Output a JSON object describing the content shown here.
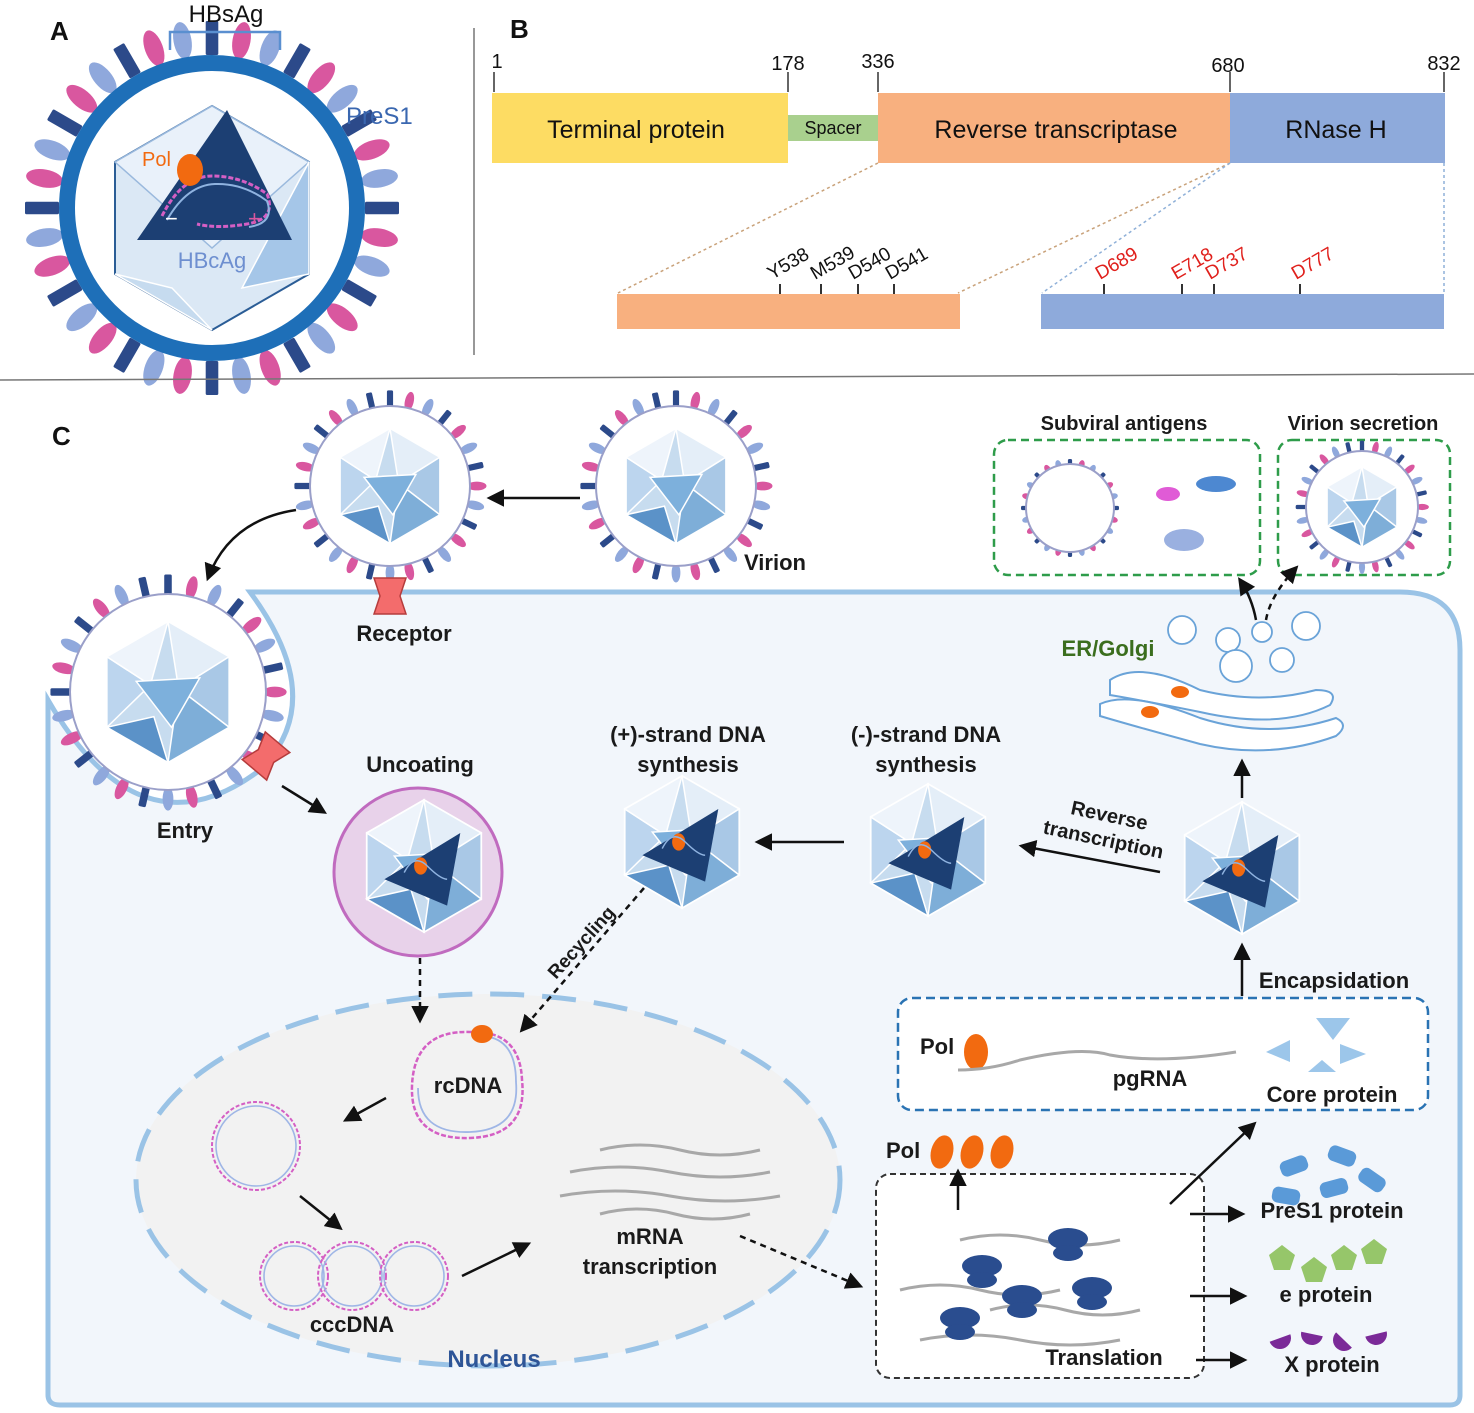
{
  "panel_a": {
    "label": "A",
    "hbsag": "HBsAg",
    "pres1": "PreS1",
    "pol": "Pol",
    "minus": "−",
    "plus": "+",
    "hbcag": "HBcAg"
  },
  "panel_b": {
    "label": "B",
    "positions": [
      "1",
      "178",
      "336",
      "680",
      "832"
    ],
    "domains": {
      "terminal_protein": "Terminal protein",
      "spacer": "Spacer",
      "reverse_transcriptase": "Reverse transcriptase",
      "rnase_h": "RNase H"
    },
    "rt_sites": [
      "Y538",
      "M539",
      "D540",
      "D541"
    ],
    "rnase_sites": [
      "D689",
      "E718",
      "D737",
      "D777"
    ]
  },
  "panel_c": {
    "label": "C",
    "virion": "Virion",
    "receptor": "Receptor",
    "entry": "Entry",
    "uncoating": "Uncoating",
    "plus_strand": [
      "(+)-strand DNA",
      "synthesis"
    ],
    "minus_strand": [
      "(-)-strand DNA",
      "synthesis"
    ],
    "reverse_transcription": [
      "Reverse",
      "transcription"
    ],
    "recycling": "Recycling",
    "subviral_antigens": "Subviral antigens",
    "virion_secretion": "Virion secretion",
    "er_golgi": "ER/Golgi",
    "encapsidation": "Encapsidation",
    "pol": "Pol",
    "pgrna": "pgRNA",
    "core_protein": "Core protein",
    "rcdna": "rcDNA",
    "cccdna": "cccDNA",
    "mrna": [
      "mRNA",
      "transcription"
    ],
    "nucleus": "Nucleus",
    "translation": "Translation",
    "pres1_protein": "PreS1 protein",
    "e_protein": "e protein",
    "x_protein": "X protein"
  },
  "colors": {
    "terminal_protein": "#fddc63",
    "spacer": "#a9d08e",
    "reverse_transcriptase": "#f8b07f",
    "rnase_h": "#8eaadb",
    "envelope_blue": "#1e6fb8",
    "spike_pink": "#d9579f",
    "spike_navy": "#2c4a8a",
    "spike_light": "#8fa8dc",
    "pol_orange": "#f26a10",
    "cell_fill": "#f2f6fb",
    "cell_border": "#9ac3e6",
    "green_box": "#2e9c4a",
    "er_text": "#3b6e1e",
    "nucleus_text": "#2e5597",
    "site_red": "#e0201c"
  }
}
